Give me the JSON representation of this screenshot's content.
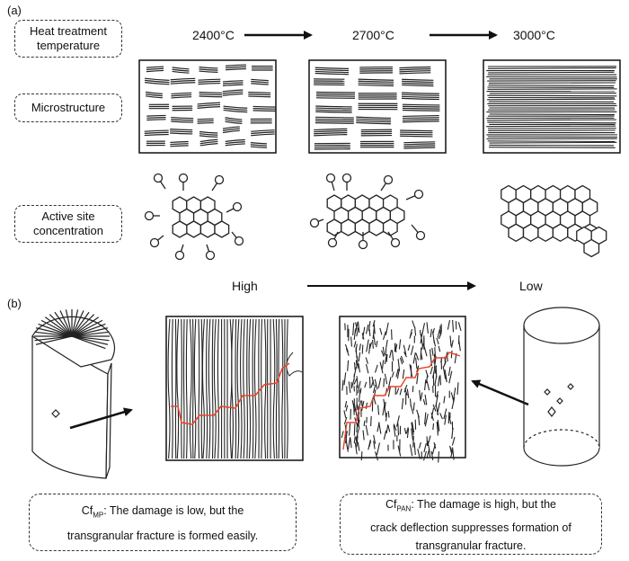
{
  "panels": {
    "a": "(a)",
    "b": "(b)"
  },
  "rows": {
    "heat_treatment": "Heat treatment temperature",
    "microstructure": "Microstructure",
    "active_site": "Active site concentration"
  },
  "temperatures": [
    "2400°C",
    "2700°C",
    "3000°C"
  ],
  "active_site_levels": {
    "high": "High",
    "low": "Low"
  },
  "captions": {
    "mp": {
      "prefix": "Cf",
      "sub": "MP",
      "line1": ": The damage is low, but the",
      "line2": "transgranular fracture is formed easily."
    },
    "pan": {
      "prefix": "Cf",
      "sub": "PAN",
      "line1": ": The damage is high, but the",
      "line2": "crack deflection suppresses formation of",
      "line3": "transgranular fracture."
    }
  },
  "colors": {
    "ink": "#1a1a1a",
    "crack": "#e8442a"
  }
}
